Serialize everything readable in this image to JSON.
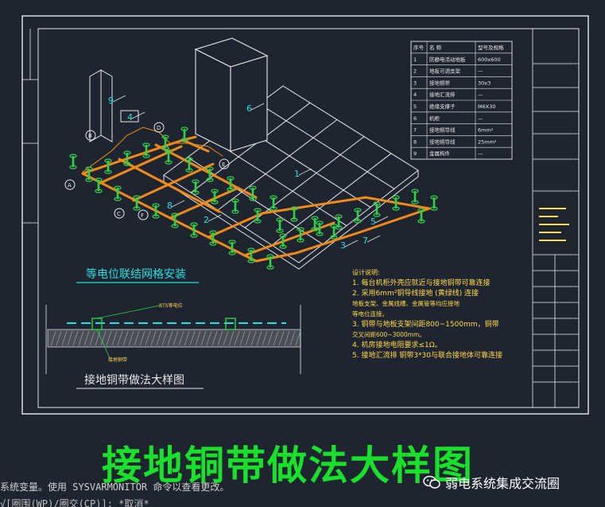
{
  "drawing": {
    "plan_title": "等电位联结网格安装",
    "detail_title": "接地铜带做法大样图",
    "callouts": [
      "1",
      "2",
      "3",
      "4",
      "5",
      "6",
      "7",
      "8",
      "9"
    ],
    "circle_tags": [
      "A",
      "B",
      "C",
      "D",
      "E",
      "F"
    ],
    "detail_label_top": "BTS等电位",
    "detail_label_bottom": "接地铜带"
  },
  "table": {
    "headers": [
      "序号",
      "名  称",
      "型号及规格"
    ],
    "rows": [
      [
        "1",
        "防静电活动地板",
        "600x600"
      ],
      [
        "2",
        "地板可调支架",
        "—"
      ],
      [
        "3",
        "接地铜带",
        "30x3"
      ],
      [
        "4",
        "接地汇流排",
        "—"
      ],
      [
        "5",
        "绝缘支撑子",
        "M6X30"
      ],
      [
        "6",
        "机柜",
        "—"
      ],
      [
        "7",
        "接地铜导线",
        "6mm²"
      ],
      [
        "8",
        "接地铜导线",
        "25mm²"
      ],
      [
        "9",
        "金属构件",
        "—"
      ]
    ]
  },
  "notes": {
    "heading": "设计说明:",
    "lines": [
      "1. 每台机柜外壳应就近与接地铜带可靠连接",
      "2. 采用6mm²铜导线接地 (黄绿线) 连接",
      "   地板支架、金属线槽、金属管等均应接地",
      "   等电位连接。",
      "3. 铜带与地板支架间距800~1500mm，铜带",
      "   交叉间距600~3000mm。",
      "4. 机房接地电阻要求≤1Ω。",
      "5. 接地汇流排 铜带3*30与联合接地体可靠连接"
    ]
  },
  "title_block": {
    "cells": [
      "",
      "",
      "",
      "",
      "",
      ""
    ]
  },
  "caption": "接地铜带做法大样图",
  "command_line": {
    "line1": "系统变量。使用 SYSVARMONITOR 命令以查看更改。",
    "line2": "√[圈围(WP)/圈交(CP)]: *取消*"
  },
  "watermark": {
    "icon": "wechat-icon",
    "text": "弱电系统集成交流圈"
  },
  "colors": {
    "background": "#1f2530",
    "line": "#e8e8e8",
    "copper": "#f08a18",
    "support": "#2fd04a",
    "caption": "#19e02a",
    "annotation": "#ffd94a"
  }
}
